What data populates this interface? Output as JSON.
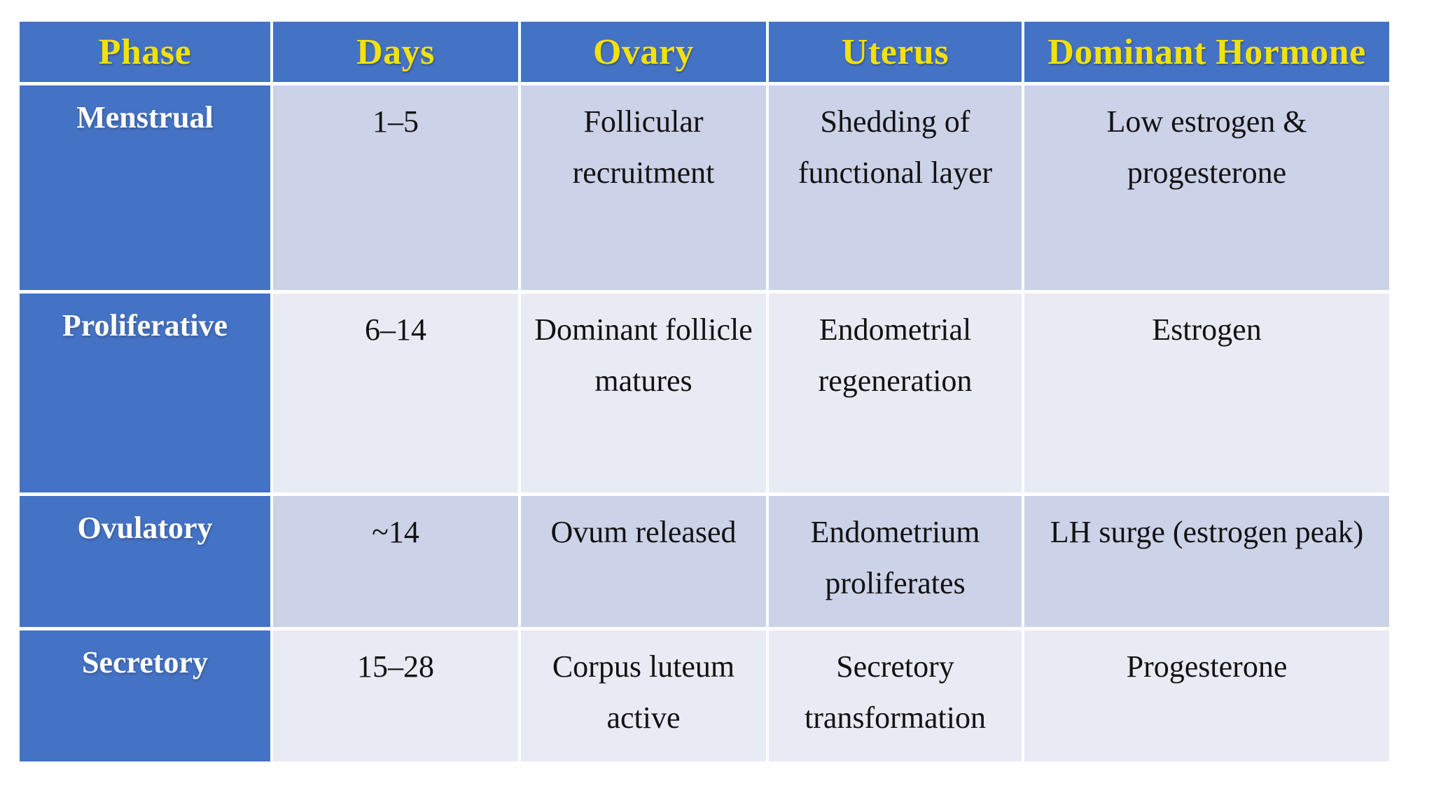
{
  "colors": {
    "header-blue": "#4472C4",
    "header-text": "#F2E10E",
    "rowhead-text": "#FFFFFF",
    "band-dark": "#CCD3E8",
    "band-light": "#E9EBF4",
    "body-text": "#121212",
    "gridline": "#FFFFFF"
  },
  "table": {
    "columns": [
      "Phase",
      "Days",
      "Ovary",
      "Uterus",
      "Dominant Hormone"
    ],
    "rows": [
      {
        "phase": "Menstrual",
        "days": "1–5",
        "ovary": "Follicular\nrecruitment",
        "uterus": "Shedding of\nfunctional layer",
        "hormone": "Low estrogen &\nprogesterone"
      },
      {
        "phase": "Proliferative",
        "days": "6–14",
        "ovary": "Dominant follicle\nmatures",
        "uterus": "Endometrial\nregeneration",
        "hormone": "Estrogen"
      },
      {
        "phase": "Ovulatory",
        "days": "~14",
        "ovary": "Ovum released",
        "uterus": "Endometrium\nproliferates",
        "hormone": "LH surge (estrogen peak)"
      },
      {
        "phase": "Secretory",
        "days": "15–28",
        "ovary": "Corpus luteum\nactive",
        "uterus": "Secretory\ntransformation",
        "hormone": "Progesterone"
      }
    ]
  }
}
